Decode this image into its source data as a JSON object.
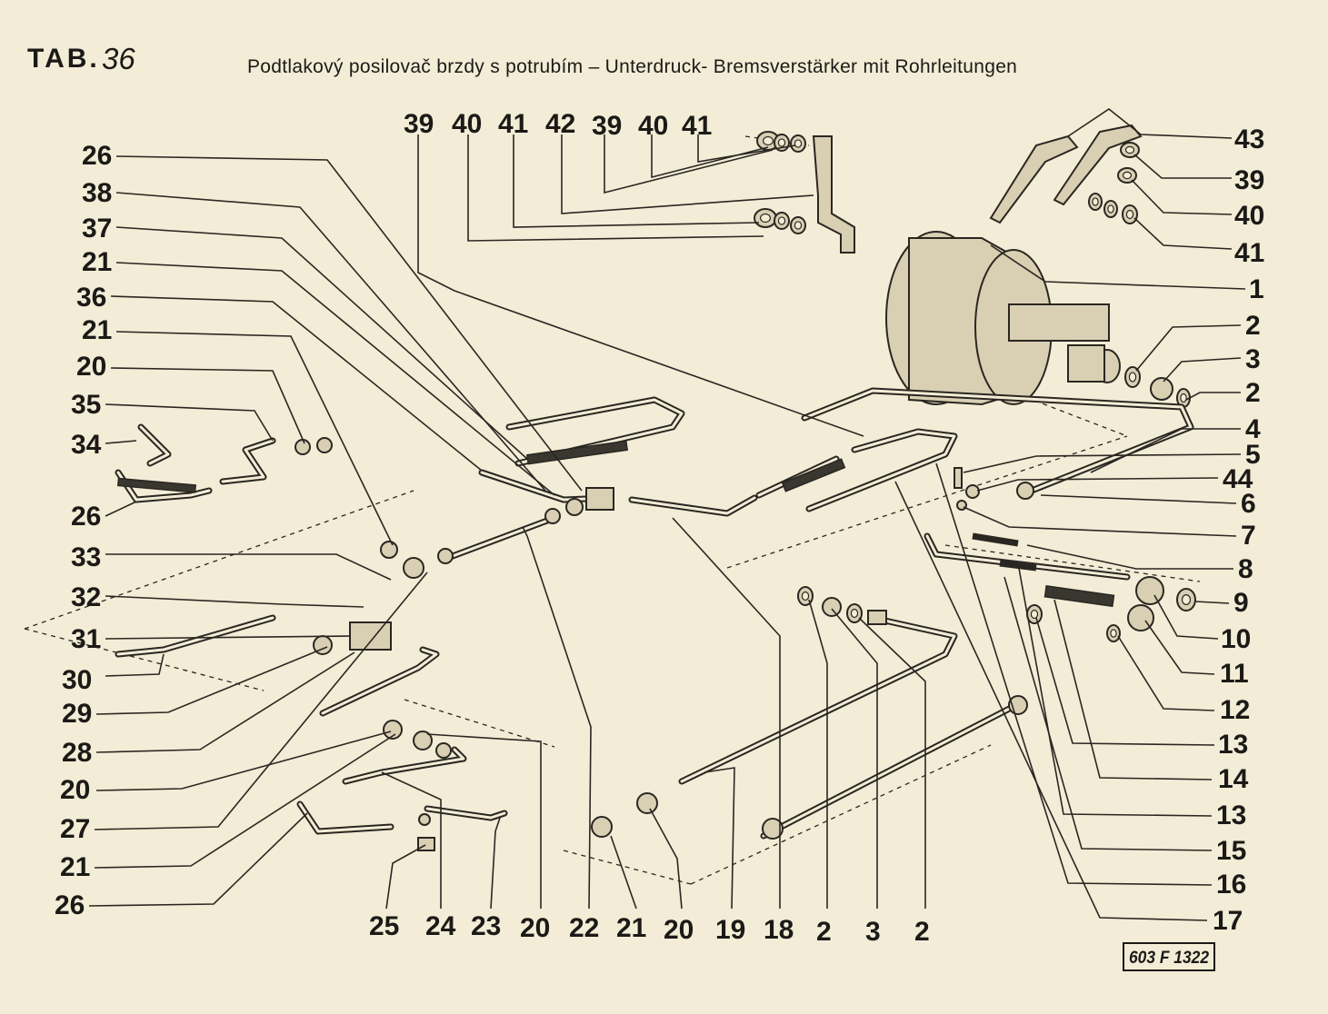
{
  "header": {
    "tab_word": "TAB.",
    "tab_number": "36",
    "title": "Podtlakový posilovač brzdy s potrubím – Unterdruck- Bremsverstärker mit Rohrleitungen"
  },
  "drawing_code": "603 F 1322",
  "callouts": {
    "top": [
      "39",
      "40",
      "41",
      "42",
      "39",
      "40",
      "41"
    ],
    "left": [
      "26",
      "38",
      "37",
      "21",
      "36",
      "21",
      "20",
      "35",
      "34",
      "26",
      "33",
      "32",
      "31",
      "30",
      "29",
      "28",
      "20",
      "27",
      "21",
      "26"
    ],
    "right": [
      "43",
      "39",
      "40",
      "41",
      "1",
      "2",
      "3",
      "2",
      "4",
      "5",
      "44",
      "6",
      "7",
      "8",
      "9",
      "10",
      "11",
      "12",
      "13",
      "14",
      "13",
      "15",
      "16",
      "17"
    ],
    "bottom": [
      "25",
      "24",
      "23",
      "20",
      "22",
      "21",
      "20",
      "19",
      "18",
      "2",
      "3",
      "2"
    ]
  },
  "colors": {
    "paper": "#f3ecd6",
    "ink": "#1c1a17"
  }
}
